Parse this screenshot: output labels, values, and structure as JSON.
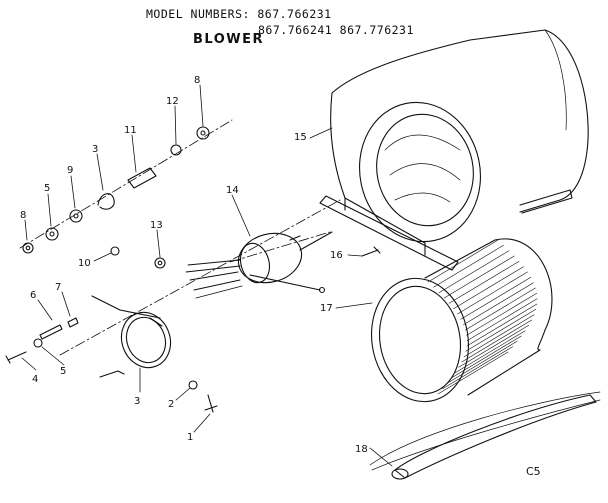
{
  "header": {
    "model_label": "MODEL NUMBERS: 867.766231",
    "model_line2": "867.766241 867.776231",
    "title": "BLOWER"
  },
  "diagram_code": "C5",
  "callouts": {
    "n1": "1",
    "n2": "2",
    "n3a": "3",
    "n3b": "3",
    "n4": "4",
    "n5a": "5",
    "n5b": "5",
    "n6": "6",
    "n7": "7",
    "n8a": "8",
    "n8b": "8",
    "n9": "9",
    "n10": "10",
    "n11": "11",
    "n12": "12",
    "n13": "13",
    "n14": "14",
    "n15": "15",
    "n16": "16",
    "n17": "17",
    "n18": "18"
  }
}
